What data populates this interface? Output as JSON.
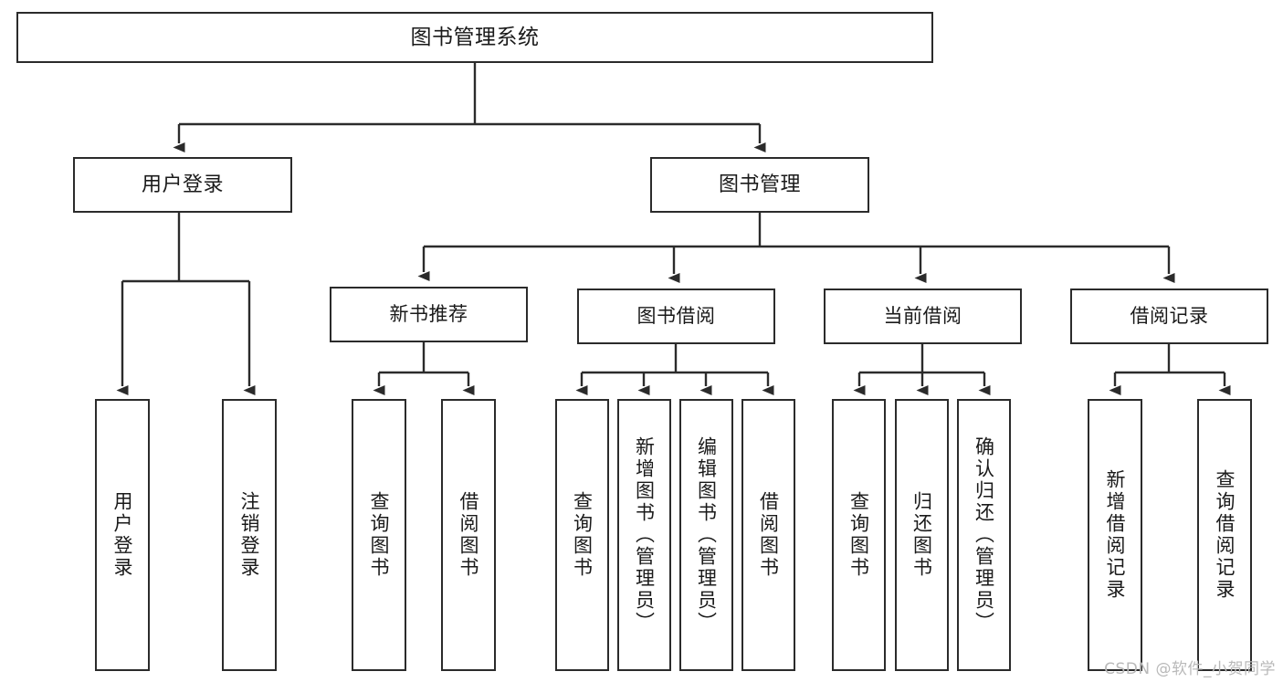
{
  "diagram": {
    "title": "图书管理系统",
    "type": "tree",
    "watermark": "CSDN @软件_小贺同学",
    "colors": {
      "stroke": "#2b2b2b",
      "fill": "#ffffff",
      "text": "#1a1a1a",
      "watermark": "#b9b9b9"
    },
    "nodes": {
      "root": {
        "label": "图书管理系统"
      },
      "level1": [
        {
          "label": "用户登录"
        },
        {
          "label": "图书管理"
        }
      ],
      "level2": [
        {
          "label": "新书推荐"
        },
        {
          "label": "图书借阅"
        },
        {
          "label": "当前借阅"
        },
        {
          "label": "借阅记录"
        }
      ],
      "leaves": {
        "user_login": [
          {
            "label": "用户登录"
          },
          {
            "label": "注销登录"
          }
        ],
        "new_book": [
          {
            "label": "查询图书"
          },
          {
            "label": "借阅图书"
          }
        ],
        "borrow": [
          {
            "label": "查询图书"
          },
          {
            "label": "新增图书（管理员）"
          },
          {
            "label": "编辑图书（管理员）"
          },
          {
            "label": "借阅图书"
          }
        ],
        "current": [
          {
            "label": "查询图书"
          },
          {
            "label": "归还图书"
          },
          {
            "label": "确认归还（管理员）"
          }
        ],
        "records": [
          {
            "label": "新增借阅记录"
          },
          {
            "label": "查询借阅记录"
          }
        ]
      }
    }
  }
}
